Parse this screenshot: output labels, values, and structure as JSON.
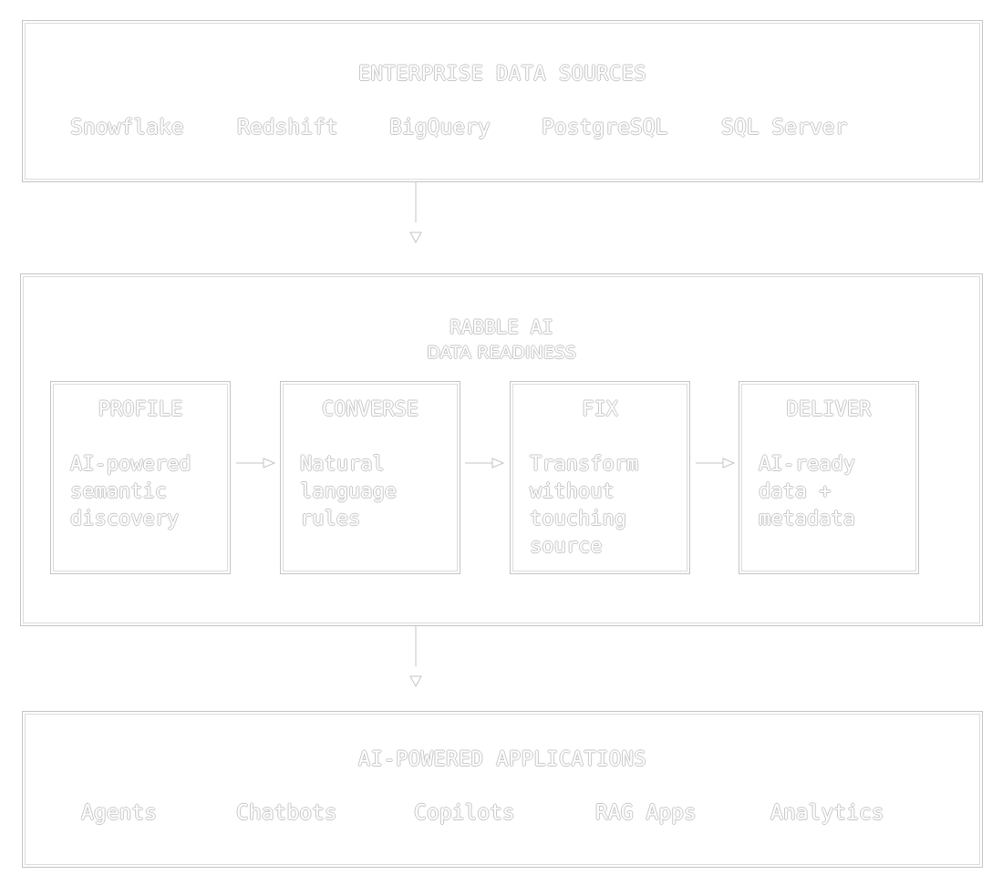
{
  "sources": {
    "title": "ENTERPRISE DATA SOURCES",
    "items": [
      "Snowflake",
      "Redshift",
      "BigQuery",
      "PostgreSQL",
      "SQL Server"
    ]
  },
  "readiness": {
    "title": "RABBLE AI",
    "subtitle": "DATA READINESS",
    "steps": [
      {
        "title": "PROFILE",
        "desc": "AI-powered\nsemantic\ndiscovery"
      },
      {
        "title": "CONVERSE",
        "desc": "Natural\nlanguage\nrules"
      },
      {
        "title": "FIX",
        "desc": "Transform\nwithout\ntouching\nsource"
      },
      {
        "title": "DELIVER",
        "desc": "AI-ready\ndata +\nmetadata"
      }
    ]
  },
  "apps": {
    "title": "AI-POWERED APPLICATIONS",
    "items": [
      "Agents",
      "Chatbots",
      "Copilots",
      "RAG Apps",
      "Analytics"
    ]
  },
  "colors": {
    "outline": "#c4c4c4",
    "text_outline": "#c7c7c7",
    "background": "#ffffff"
  }
}
